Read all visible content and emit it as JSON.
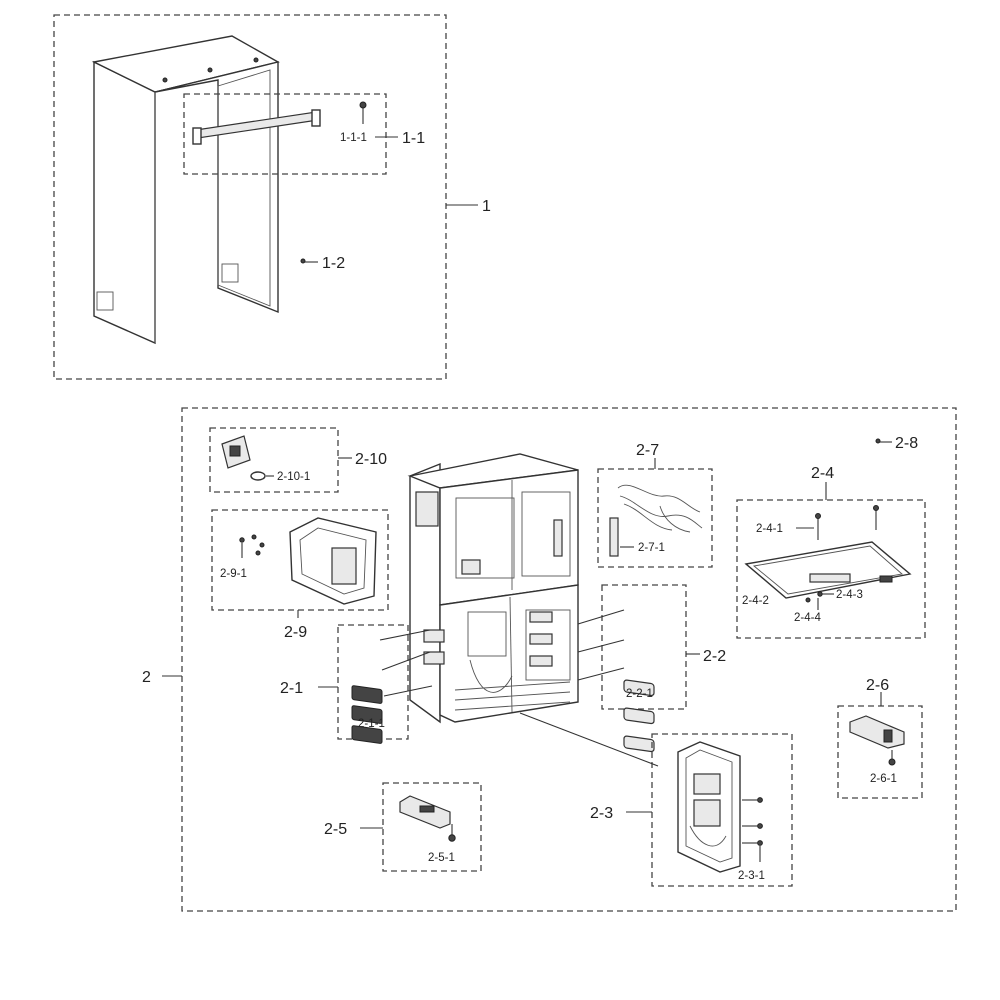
{
  "labels": {
    "l1": "1",
    "l1_1": "1-1",
    "l1_1_1": "1-1-1",
    "l1_2": "1-2",
    "l2": "2",
    "l2_1": "2-1",
    "l2_1_1": "2-1-1",
    "l2_2": "2-2",
    "l2_2_1": "2-2-1",
    "l2_3": "2-3",
    "l2_3_1": "2-3-1",
    "l2_4": "2-4",
    "l2_4_1": "2-4-1",
    "l2_4_2": "2-4-2",
    "l2_4_3": "2-4-3",
    "l2_4_4": "2-4-4",
    "l2_5": "2-5",
    "l2_5_1": "2-5-1",
    "l2_6": "2-6",
    "l2_6_1": "2-6-1",
    "l2_7": "2-7",
    "l2_7_1": "2-7-1",
    "l2_8": "2-8",
    "l2_9": "2-9",
    "l2_9_1": "2-9-1",
    "l2_10": "2-10",
    "l2_10_1": "2-10-1"
  },
  "colors": {
    "line": "#333333",
    "header_accent": "#d9a300"
  }
}
